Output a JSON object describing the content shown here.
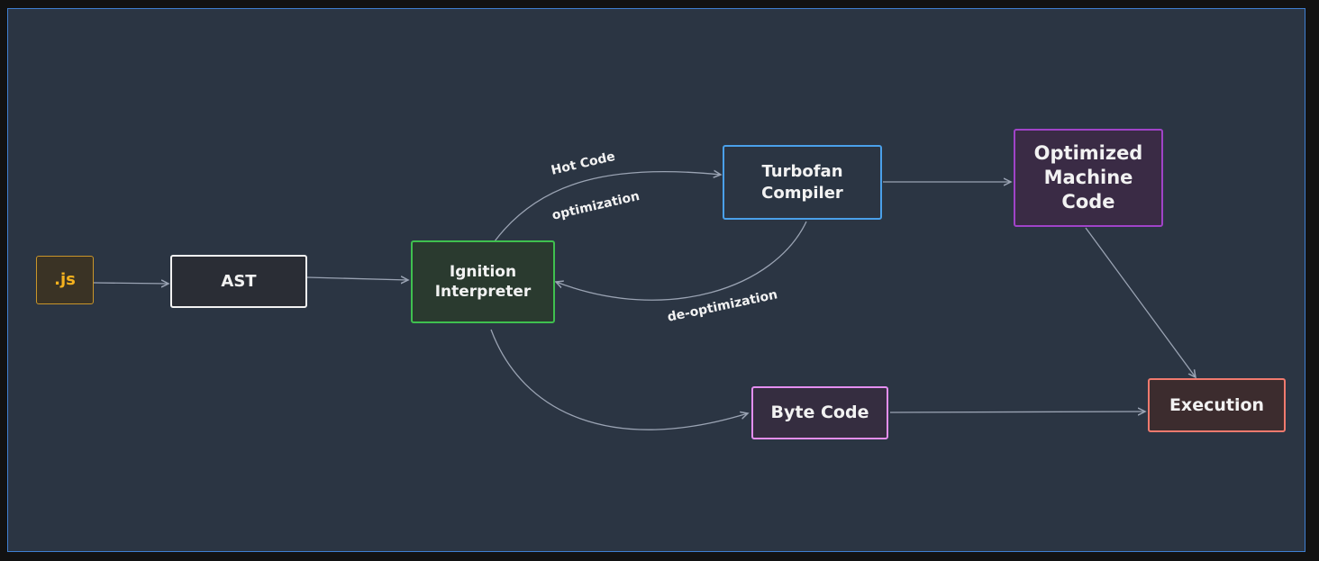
{
  "diagram": {
    "nodes": {
      "js": {
        "label": ".js",
        "text_color": "#f5b21e",
        "border_color": "#c9952a",
        "fill": "#3a3325"
      },
      "ast": {
        "label": "AST",
        "border_color": "#f2f2f2",
        "fill": "#2a2d35"
      },
      "ignition": {
        "label": "Ignition\nInterpreter",
        "border_color": "#3fc04f",
        "fill": "#2a3a2f"
      },
      "turbofan": {
        "label": "Turbofan\nCompiler",
        "border_color": "#4aa0ea",
        "fill": "#2b3543"
      },
      "optimized": {
        "label": "Optimized\nMachine\nCode",
        "border_color": "#a043c8",
        "fill": "#3a2b45"
      },
      "bytecode": {
        "label": "Byte Code",
        "border_color": "#e48ef0",
        "fill": "#352d40"
      },
      "execution": {
        "label": "Execution",
        "border_color": "#f07a6e",
        "fill": "#3c2c2e"
      }
    },
    "edge_labels": {
      "hot_code": "Hot Code",
      "optimization": "optimization",
      "de_optimization": "de-optimization"
    },
    "edge_color": "#9aa3b3"
  }
}
